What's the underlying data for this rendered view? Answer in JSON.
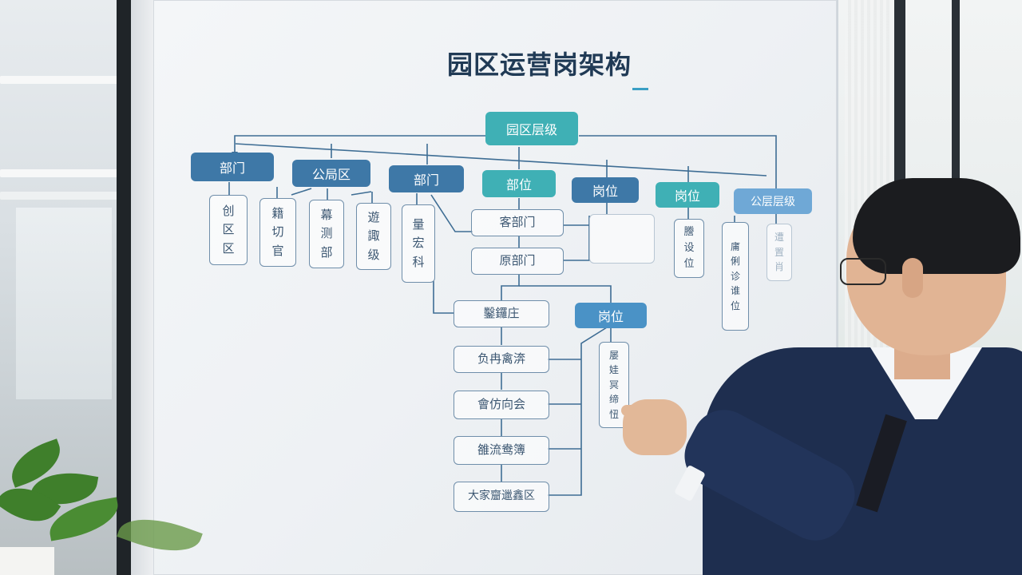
{
  "board": {
    "title": "园区运营岗架构",
    "root": "园区层级",
    "row1": [
      "部门",
      "公局区",
      "部门",
      "部位",
      "岗位",
      "岗位",
      "公层层级"
    ],
    "row2_boxes": [
      [
        "创",
        "区",
        "区"
      ],
      [
        "籍",
        "切",
        "官"
      ],
      [
        "幕",
        "测",
        "部"
      ],
      [
        "遊",
        "諏",
        "级"
      ],
      [
        "量",
        "宏",
        "科"
      ]
    ],
    "mid_boxes": [
      "客部门",
      "原部门"
    ],
    "right_boxes": [
      [
        "謄",
        "设",
        "位"
      ],
      [
        "庯",
        "俐",
        "诊",
        "谁",
        "位"
      ],
      [
        "遭",
        "置",
        "肖"
      ]
    ],
    "lower_left_boxes": [
      "鑿鑼庄",
      "负冉禽渀",
      "會仿向会",
      "雒流鸯簿",
      "大家齏邋鑫区"
    ],
    "lower_pill": "岗位",
    "lower_right_box": [
      "屡",
      "娃",
      "冥",
      "缔",
      "忸"
    ]
  },
  "colors": {
    "teal": "#3fb0b5",
    "blue": "#3e78a7",
    "light_blue": "#6fa8d6",
    "line": "#3e6d94",
    "title": "#203a55"
  }
}
